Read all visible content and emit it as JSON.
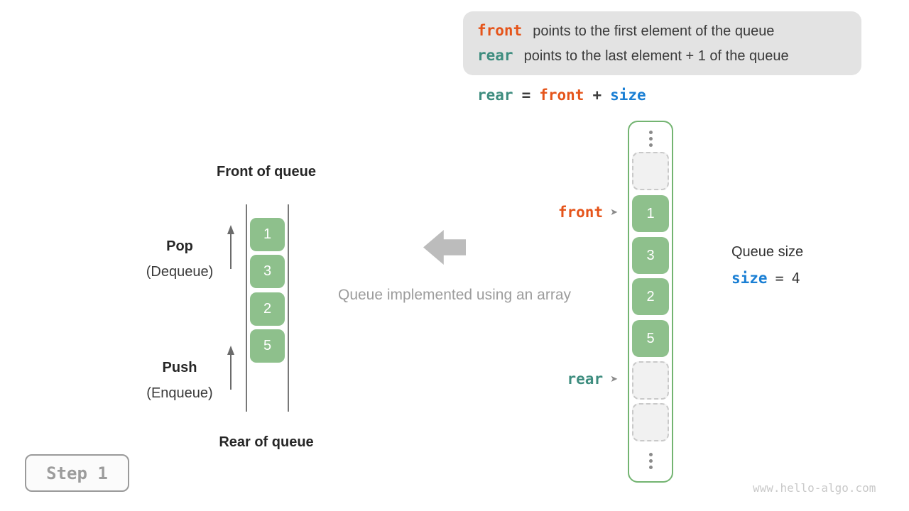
{
  "legend": {
    "lines": [
      {
        "code": "front",
        "text": "points to the first element of the queue"
      },
      {
        "code": "rear",
        "text": "points to the last element + 1 of the queue"
      }
    ]
  },
  "formula": {
    "rear": "rear",
    "eq": "=",
    "front": "front",
    "plus": "+",
    "size": "size"
  },
  "left": {
    "front_label": "Front of queue",
    "rear_label": "Rear of queue",
    "pop_title": "Pop",
    "pop_subtitle": "(Dequeue)",
    "push_title": "Push",
    "push_subtitle": "(Enqueue)",
    "values": [
      "1",
      "3",
      "2",
      "5"
    ]
  },
  "middle": {
    "caption": "Queue implemented using an array"
  },
  "right": {
    "values": [
      "1",
      "3",
      "2",
      "5"
    ],
    "front_pointer": "front",
    "rear_pointer": "rear",
    "pointer_arrow": "➤"
  },
  "size_panel": {
    "label": "Queue size",
    "code": "size",
    "eq": "=",
    "value": "4"
  },
  "step_badge": "Step 1",
  "watermark": "www.hello-algo.com",
  "colors": {
    "orange": "#e5541a",
    "teal": "#3e8d7f",
    "blue": "#1a7fd4",
    "cell_green": "#8ec08c",
    "container_border_green": "#73b471",
    "legend_bg": "#e3e3e3",
    "caption_gray": "#9c9c9c"
  }
}
